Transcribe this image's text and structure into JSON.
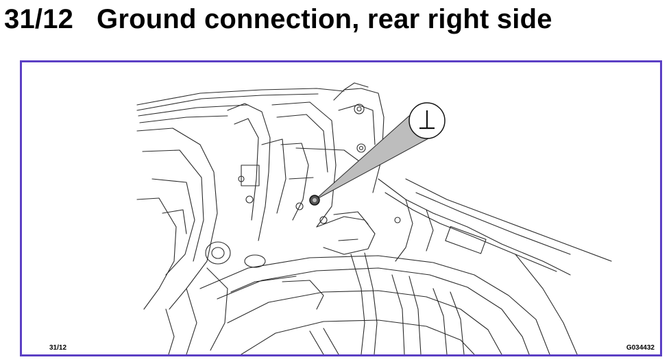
{
  "header": {
    "title": "31/12   Ground connection, rear right side"
  },
  "diagram": {
    "frame_color": "#5b3fc4",
    "callout_symbol": "⊥",
    "callout_icon": "ground-symbol-icon",
    "ref_label": "31/12",
    "figure_code": "G034432"
  }
}
